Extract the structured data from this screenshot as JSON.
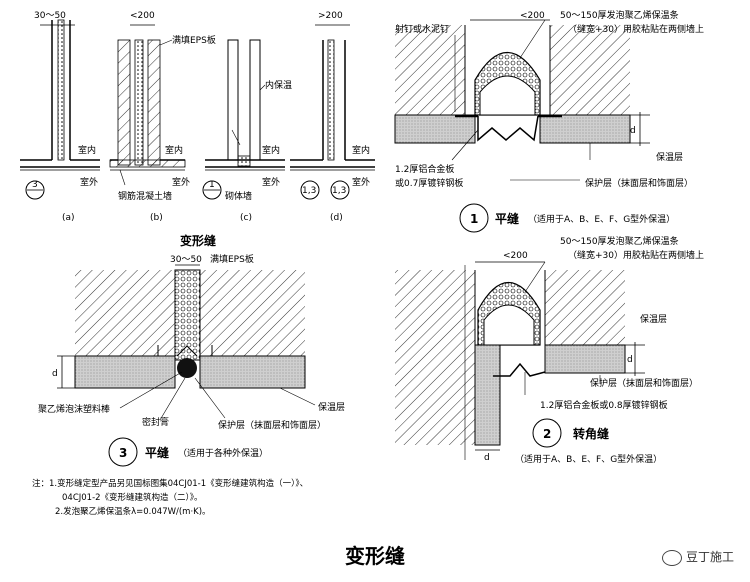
{
  "top_left": {
    "dims": [
      "30～50",
      "<200",
      ">200"
    ],
    "labels": {
      "fill_eps": "满填EPS板",
      "inner_insulation": "内保温",
      "indoor": "室内",
      "outdoor": "室外",
      "rc_wall": "钢筋混凝土墙",
      "masonry_wall": "砌体墙"
    },
    "callouts": [
      "3",
      "1",
      "1,3"
    ],
    "sub": [
      "(a)",
      "(b)",
      "(c)",
      "(d)"
    ],
    "title": "变形缝"
  },
  "top_right": {
    "dim": "<200",
    "strip": "50～150厚发泡聚乙烯保温条",
    "strip2": "（缝宽+30）用胶粘贴在两侧墙上",
    "nail": "射钉或水泥钉",
    "sheet1": "1.2厚铝合金板",
    "sheet2": "或0.7厚镀锌钢板",
    "insul": "保温层",
    "protect": "保护层（抹面层和饰面层）",
    "d": "d",
    "num": "1",
    "title": "平缝",
    "note": "（适用于A、B、E、F、G型外保温）"
  },
  "bottom_left": {
    "dim": "30～50",
    "fill_eps": "满填EPS板",
    "d": "d",
    "rod": "聚乙烯泡沫塑料棒",
    "sealant": "密封膏",
    "protect": "保护层（抹面层和饰面层）",
    "insul": "保温层",
    "num": "3",
    "title": "平缝",
    "note": "（适用于各种外保温）"
  },
  "bottom_right": {
    "dim": "<200",
    "strip": "50～150厚发泡聚乙烯保温条",
    "strip2": "（缝宽+30）用胶粘贴在两侧墙上",
    "insul": "保温层",
    "protect": "保护层（抹面层和饰面层）",
    "sheet": "1.2厚铝合金板或0.8厚镀锌钢板",
    "d": "d",
    "num": "2",
    "title": "转角缝",
    "note": "（适用于A、B、E、F、G型外保温）"
  },
  "notes": {
    "line1": "注：1.变形缝定型产品另见国标图集04CJ01-1《变形缝建筑构造（一）》、",
    "line2": "04CJ01-2《变形缝建筑构造（二）》。",
    "line3": "2.发泡聚乙烯保温条λ=0.047W/(m·K)。"
  },
  "caption": "变形缝",
  "brand": "豆丁施工"
}
